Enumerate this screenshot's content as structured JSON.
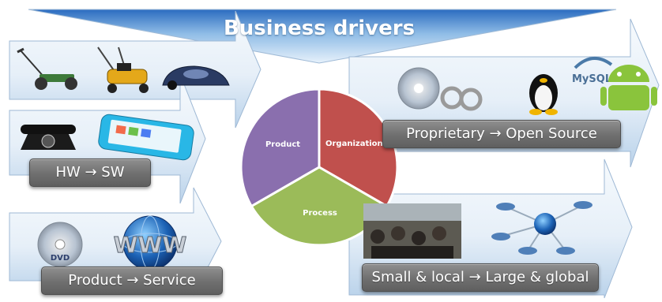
{
  "title": "Business drivers",
  "segments": {
    "product": "Product",
    "organization": "Organization",
    "process": "Process"
  },
  "arrows": {
    "hw_sw": "HW → SW",
    "product_service": "Product → Service",
    "proprietary_open": "Proprietary → Open Source",
    "small_large": "Small & local → Large & global"
  },
  "images": {
    "dvd_text": "DVD",
    "www_text": "WWW",
    "mysql_text": "MySQL"
  },
  "colors": {
    "product": "#8a6fae",
    "organization": "#c0504d",
    "process": "#9bbb59",
    "arrow_light": "#f2f7fc",
    "arrow_dark": "#a9c8e8",
    "label_box": "#6f6f6f"
  }
}
